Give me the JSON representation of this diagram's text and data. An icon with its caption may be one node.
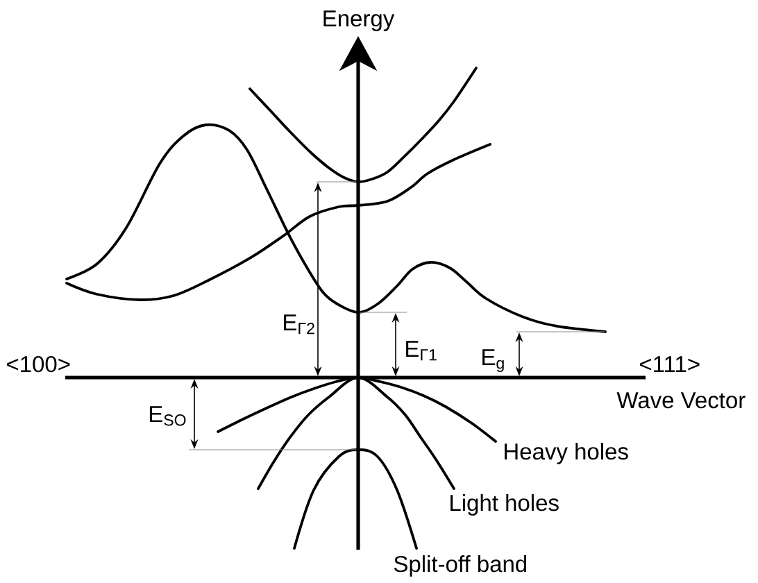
{
  "diagram": {
    "labels": [
      "Energy",
      "E$_{Γ2}$",
      "E$_{Γ1}$",
      "E$_{g}$",
      "<100>",
      "<111>",
      "Wave Vector",
      "E$_{SO}$",
      "Heavy holes",
      "Light holes",
      "Split-off band"
    ]
  }
}
